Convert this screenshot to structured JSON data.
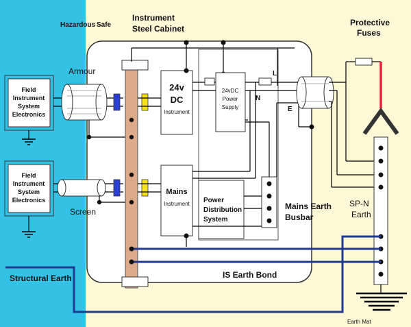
{
  "zones": {
    "hazardous": "Hazardous",
    "safe": "Safe"
  },
  "cabinet": {
    "title_line1": "Instrument",
    "title_line2": "Steel Cabinet"
  },
  "fuses": {
    "title_line1": "Protective",
    "title_line2": "Fuses"
  },
  "field1": {
    "line1": "Field",
    "line2": "Instrument",
    "line3": "System",
    "line4": "Electronics",
    "cable_label": "Armour"
  },
  "field2": {
    "line1": "Field",
    "line2": "Instrument",
    "line3": "System",
    "line4": "Electronics",
    "cable_label": "Screen"
  },
  "dc_box": {
    "line1": "24v",
    "line2": "DC",
    "line3": "Instrument"
  },
  "psu_box": {
    "line1": "24vDC",
    "line2": "Power",
    "line3": "Supply"
  },
  "mains_box": {
    "line1": "Mains",
    "line2": "Instrument"
  },
  "pds_box": {
    "line1": "Power",
    "line2": "Distribution",
    "line3": "System"
  },
  "terminals": {
    "live": "L",
    "neutral": "N",
    "earth": "E"
  },
  "mains_busbar": {
    "line1": "Mains Earth",
    "line2": "Busbar"
  },
  "spn_earth": {
    "line1": "SP-N",
    "line2": "Earth"
  },
  "is_earth_bond": "IS Earth Bond",
  "structural_earth": "Structural Earth",
  "earth_mat": "Earth Mat",
  "colors": {
    "hazardous_zone": "#33c1e6",
    "safe_zone": "#fdf8d5",
    "earth_bond": "#1f3a8f",
    "fuse_link": "#e8213a",
    "barrier_blue": "#2b3fd6",
    "barrier_yellow": "#f4e21a",
    "busbar": "#dca98b"
  }
}
